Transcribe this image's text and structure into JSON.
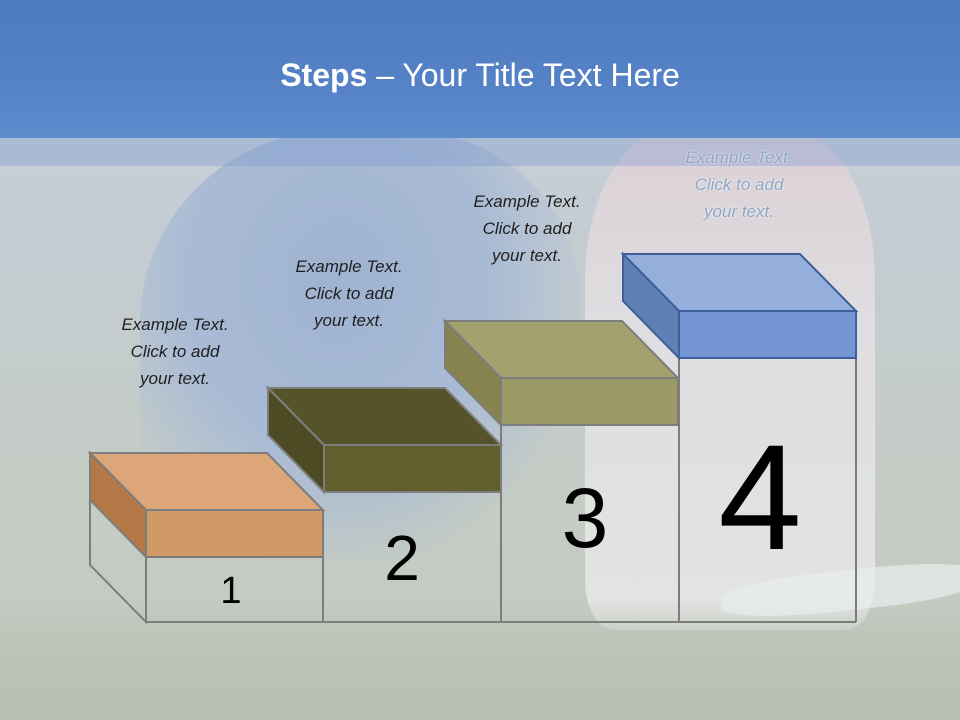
{
  "title": {
    "bold": "Steps",
    "rest": " – Your Title Text Here"
  },
  "steps": [
    {
      "number": "1",
      "line1": "Example Text.",
      "line2": "Click  to add",
      "line3": "your text.",
      "color": "#d09a66"
    },
    {
      "number": "2",
      "line1": "Example Text.",
      "line2": "Click  to add",
      "line3": "your text.",
      "color": "#625f2e"
    },
    {
      "number": "3",
      "line1": "Example Text.",
      "line2": "Click  to add",
      "line3": "your text.",
      "color": "#9c9a66"
    },
    {
      "number": "4",
      "line1": "Example Text.",
      "line2": "Click  to add",
      "line3": "your text.",
      "color": "#7396d2"
    }
  ],
  "colors": {
    "title_bar": "#5582c6",
    "title_text": "#ffffff",
    "frame_stroke": "#7d7d7d"
  }
}
